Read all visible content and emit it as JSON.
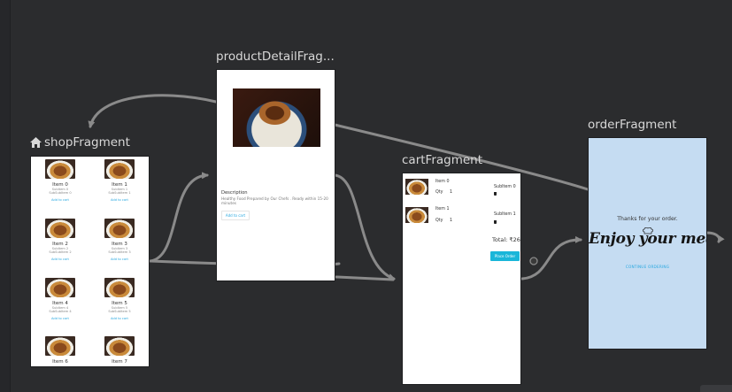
{
  "destinations": {
    "shop": {
      "title": "shopFragment",
      "icon": "home-icon"
    },
    "detail": {
      "title": "productDetailFrag..."
    },
    "cart": {
      "title": "cartFragment"
    },
    "order": {
      "title": "orderFragment"
    }
  },
  "shop_items": [
    {
      "name": "Item 0",
      "sub1": "SubItem 0",
      "sub2": "SubSubItem 0",
      "add": "Add to cart"
    },
    {
      "name": "Item 1",
      "sub1": "SubItem 1",
      "sub2": "SubSubItem 1",
      "add": "Add to cart"
    },
    {
      "name": "Item 2",
      "sub1": "SubItem 2",
      "sub2": "SubSubItem 2",
      "add": "Add to cart"
    },
    {
      "name": "Item 3",
      "sub1": "SubItem 3",
      "sub2": "SubSubItem 3",
      "add": "Add to cart"
    },
    {
      "name": "Item 4",
      "sub1": "SubItem 4",
      "sub2": "SubSubItem 4",
      "add": "Add to cart"
    },
    {
      "name": "Item 5",
      "sub1": "SubItem 5",
      "sub2": "SubSubItem 5",
      "add": "Add to cart"
    },
    {
      "name": "Item 6"
    },
    {
      "name": "Item 7"
    }
  ],
  "detail": {
    "description_title": "Description",
    "description": "Healthy Food Prepared by Our Chefs . Ready  within 15-20 minutes",
    "add_button": "Add to cart"
  },
  "cart": {
    "items": [
      {
        "name": "Item 0",
        "qty_label": "Qty",
        "qty": "1",
        "sub": "SubItem 0"
      },
      {
        "name": "Item 1",
        "qty_label": "Qty",
        "qty": "1",
        "sub": "SubItem 1"
      }
    ],
    "total": "Total: ₹26",
    "place_order": "Place Order"
  },
  "order": {
    "thanks": "Thanks for your order.",
    "enjoy": "Enjoy your meal!",
    "continue": "CONTINUE ORDERING"
  },
  "colors": {
    "canvas": "#2b2c2e",
    "arrow": "#8a8a8a",
    "accent": "#29a8e0",
    "order_bg": "#c5dcf2"
  }
}
